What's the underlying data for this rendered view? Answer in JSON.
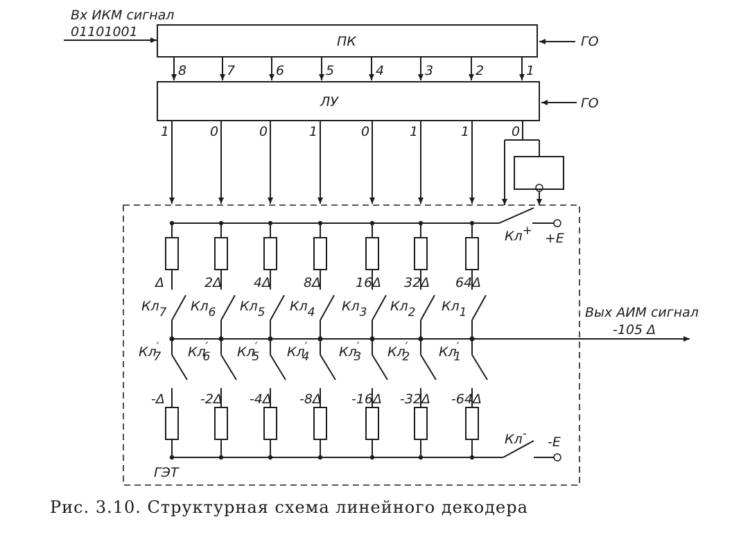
{
  "input": {
    "label": "Вх ИКМ сигнал",
    "code": "01101001"
  },
  "pk_block": {
    "label": "ПК",
    "clock": "ГО"
  },
  "lu_block": {
    "label": "ЛУ",
    "clock": "ГО"
  },
  "pk_outputs": [
    "8",
    "7",
    "6",
    "5",
    "4",
    "3",
    "2",
    "1"
  ],
  "lu_outputs": [
    "1",
    "0",
    "0",
    "1",
    "0",
    "1",
    "1",
    "0"
  ],
  "positive_weights": [
    "Δ",
    "2Δ",
    "4Δ",
    "8Δ",
    "16Δ",
    "32Δ",
    "64Δ"
  ],
  "negative_weights": [
    "-Δ",
    "-2Δ",
    "-4Δ",
    "-8Δ",
    "-16Δ",
    "-32Δ",
    "-64Δ"
  ],
  "upper_keys": [
    {
      "base": "Кл",
      "sub": "7",
      "prime": ""
    },
    {
      "base": "Кл",
      "sub": "6",
      "prime": ""
    },
    {
      "base": "Кл",
      "sub": "5",
      "prime": ""
    },
    {
      "base": "Кл",
      "sub": "4",
      "prime": ""
    },
    {
      "base": "Кл",
      "sub": "3",
      "prime": ""
    },
    {
      "base": "Кл",
      "sub": "2",
      "prime": ""
    },
    {
      "base": "Кл",
      "sub": "1",
      "prime": ""
    }
  ],
  "lower_keys": [
    {
      "base": "Кл",
      "sub": "7",
      "prime": "′"
    },
    {
      "base": "Кл",
      "sub": "6",
      "prime": "′"
    },
    {
      "base": "Кл",
      "sub": "5",
      "prime": "′"
    },
    {
      "base": "Кл",
      "sub": "4",
      "prime": "′"
    },
    {
      "base": "Кл",
      "sub": "3",
      "prime": "′"
    },
    {
      "base": "Кл",
      "sub": "2",
      "prime": "′"
    },
    {
      "base": "Кл",
      "sub": "1",
      "prime": "′"
    }
  ],
  "key_plus": {
    "base": "Кл",
    "sup": "+",
    "supply": "+Е"
  },
  "key_minus": {
    "base": "Кл",
    "sup": "-",
    "supply": "-Е"
  },
  "output": {
    "label": "Вых АИМ сигнал",
    "value": "-105 Δ"
  },
  "generator": {
    "label": "ГЭТ"
  },
  "caption": "Рис. 3.10. Структурная схема линейного декодера"
}
